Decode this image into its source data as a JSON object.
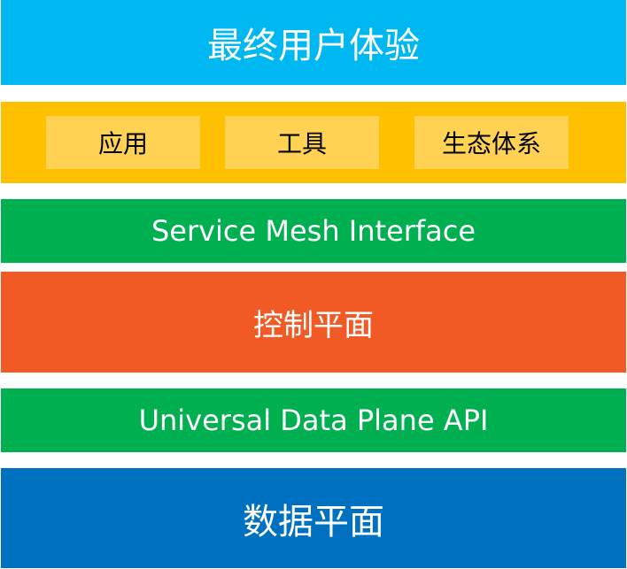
{
  "layers": {
    "end_user_experience": {
      "label": "最终用户体验",
      "color": "#00b8f1"
    },
    "ecosystem": {
      "color": "#ffc000",
      "box_color": "#ffd254",
      "items": [
        {
          "label": "应用"
        },
        {
          "label": "工具"
        },
        {
          "label": "生态体系"
        }
      ]
    },
    "service_mesh_interface": {
      "label": "Service Mesh Interface",
      "color": "#00b050"
    },
    "control_plane": {
      "label": "控制平面",
      "color": "#f15a24"
    },
    "universal_data_plane_api": {
      "label": "Universal Data Plane API",
      "color": "#00b050"
    },
    "data_plane": {
      "label": "数据平面",
      "color": "#0070c0"
    }
  }
}
